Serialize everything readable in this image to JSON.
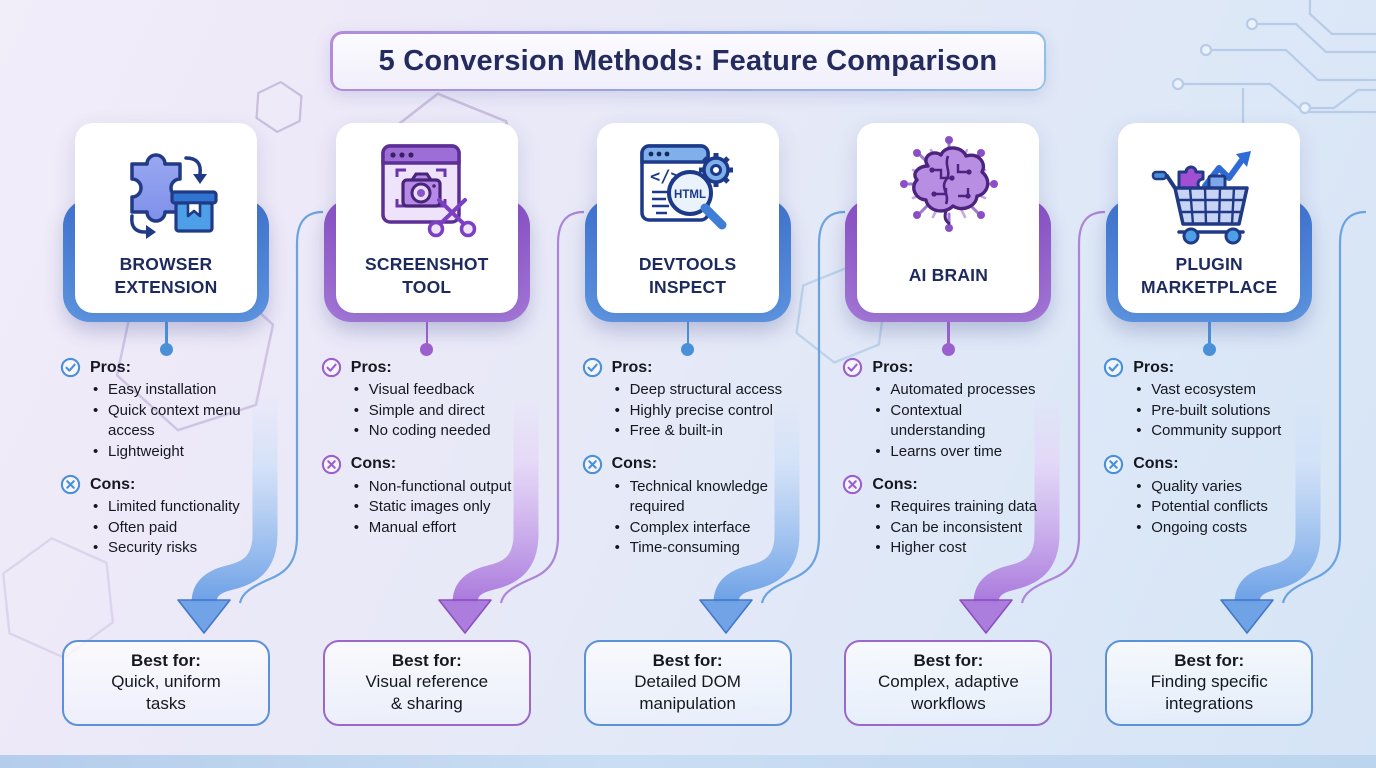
{
  "title": "5 Conversion Methods: Feature Comparison",
  "labels": {
    "pros": "Pros:",
    "cons": "Cons:",
    "best_for": "Best for:",
    "bullet": "•"
  },
  "colors": {
    "title_text": "#242b5e",
    "body_text": "#15181f",
    "blue": {
      "accent": "#4a90d9",
      "deep": "#3a72c8",
      "line": "#6ba3e0",
      "ribbon": "#6ba0e6",
      "ribbon_light": "#cfe0f8",
      "shape_top": "#3f74cf",
      "shape_bottom": "#5e97e2",
      "border": "#5b91d8"
    },
    "purple": {
      "accent": "#9c5fce",
      "deep": "#8747bd",
      "line": "#ad84d8",
      "ribbon": "#a978dc",
      "ribbon_light": "#e4d3f7",
      "shape_top": "#8a50c4",
      "shape_bottom": "#a678d8",
      "border": "#9b67cc"
    }
  },
  "columns": [
    {
      "title": "BROWSER\nEXTENSION",
      "icon": "puzzle-box-icon",
      "accent": "blue",
      "pros": [
        "Easy installation",
        "Quick context menu access",
        "Lightweight"
      ],
      "cons": [
        "Limited functionality",
        "Often paid",
        "Security risks"
      ],
      "best_for": "Quick, uniform\ntasks"
    },
    {
      "title": "SCREENSHOT\nTOOL",
      "icon": "camera-scissors-icon",
      "accent": "purple",
      "pros": [
        "Visual feedback",
        "Simple and direct",
        "No coding needed"
      ],
      "cons": [
        "Non-functional output",
        "Static images only",
        "Manual effort"
      ],
      "best_for": "Visual reference\n& sharing"
    },
    {
      "title": "DEVTOOLS\nINSPECT",
      "icon": "html-magnifier-icon",
      "accent": "blue",
      "pros": [
        "Deep structural access",
        "Highly precise control",
        "Free & built-in"
      ],
      "cons": [
        "Technical knowledge required",
        "Complex interface",
        "Time-consuming"
      ],
      "best_for": "Detailed DOM\nmanipulation"
    },
    {
      "title": "AI BRAIN",
      "icon": "ai-brain-icon",
      "accent": "purple",
      "pros": [
        "Automated processes",
        "Contextual understanding",
        "Learns over time"
      ],
      "cons": [
        "Requires training data",
        "Can be inconsistent",
        "Higher cost"
      ],
      "best_for": "Complex, adaptive\nworkflows"
    },
    {
      "title": "PLUGIN\nMARKETPLACE",
      "icon": "marketplace-cart-icon",
      "accent": "blue",
      "pros": [
        "Vast ecosystem",
        "Pre-built solutions",
        "Community support"
      ],
      "cons": [
        "Quality varies",
        "Potential conflicts",
        "Ongoing costs"
      ],
      "best_for": "Finding specific\nintegrations"
    }
  ]
}
